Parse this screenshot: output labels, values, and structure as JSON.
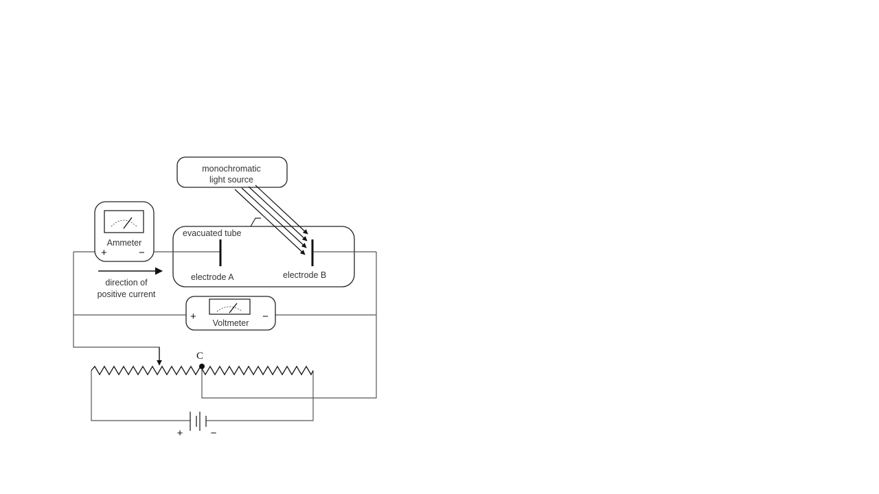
{
  "diagram": {
    "light_source_line1": "monochromatic",
    "light_source_line2": "light source",
    "tube_label": "evacuated tube",
    "electrode_a_label": "electrode A",
    "electrode_b_label": "electrode B",
    "ammeter_label": "Ammeter",
    "ammeter_plus": "+",
    "ammeter_minus": "−",
    "current_label_line1": "direction of",
    "current_label_line2": "positive current",
    "voltmeter_label": "Voltmeter",
    "voltmeter_plus": "+",
    "voltmeter_minus": "−",
    "tap_label": "C",
    "battery_plus": "+",
    "battery_minus": "−"
  }
}
